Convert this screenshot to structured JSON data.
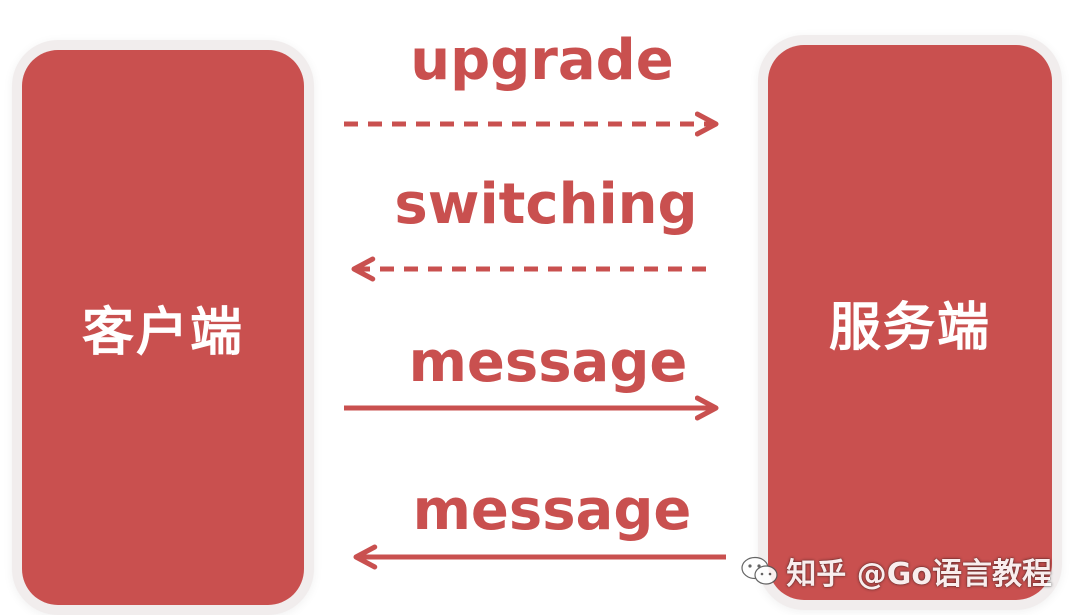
{
  "nodes": {
    "client": {
      "label": "客户端"
    },
    "server": {
      "label": "服务端"
    }
  },
  "messages": [
    {
      "label": "upgrade",
      "direction": "client-to-server",
      "style": "dashed"
    },
    {
      "label": "switching",
      "direction": "server-to-client",
      "style": "dashed"
    },
    {
      "label": "message",
      "direction": "client-to-server",
      "style": "solid"
    },
    {
      "label": "message",
      "direction": "server-to-client",
      "style": "solid"
    }
  ],
  "watermark": {
    "text": "知乎 @Go语言教程",
    "icon": "wechat-icon"
  },
  "colors": {
    "box": "#c9504f",
    "arrow": "#c9504f",
    "box_text": "#ffffff"
  }
}
